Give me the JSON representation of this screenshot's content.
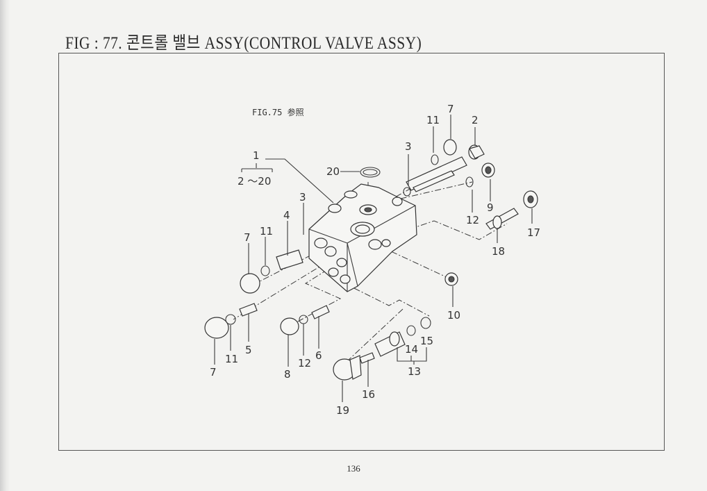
{
  "title": "FIG : 77. 콘트롤 밸브 ASSY(CONTROL VALVE ASSY)",
  "reference_note": "FIG.75 参照",
  "page_number": "136",
  "callouts": {
    "c1": "1",
    "c2_20": "2 ～20",
    "c2": "2",
    "c3a": "3",
    "c3b": "3",
    "c4": "4",
    "c5": "5",
    "c6": "6",
    "c7a": "7",
    "c7b": "7",
    "c7c": "7",
    "c8": "8",
    "c9": "9",
    "c10": "10",
    "c11a": "11",
    "c11b": "11",
    "c11c": "11",
    "c12a": "12",
    "c12b": "12",
    "c13": "13",
    "c14": "14",
    "c15": "15",
    "c16": "16",
    "c17": "17",
    "c18": "18",
    "c19": "19",
    "c20": "20"
  }
}
